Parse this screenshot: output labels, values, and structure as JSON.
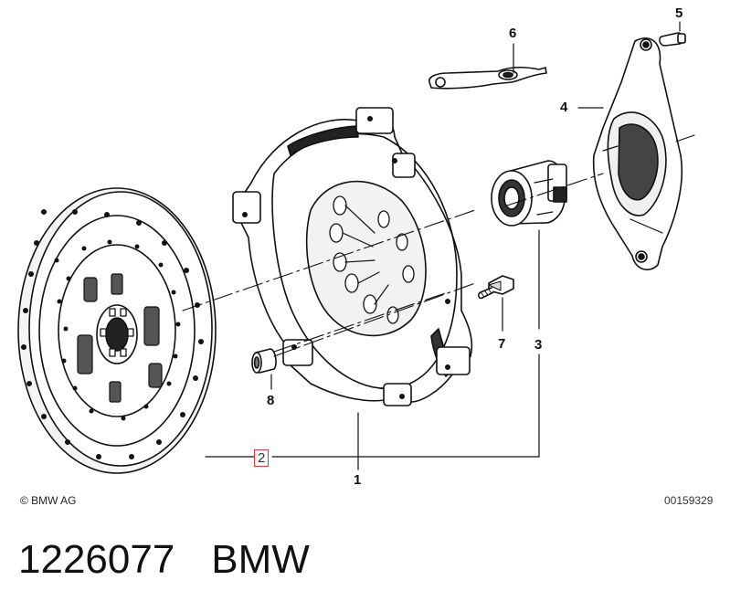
{
  "callouts": {
    "c1": "1",
    "c2": "2",
    "c3": "3",
    "c4": "4",
    "c5": "5",
    "c6": "6",
    "c7": "7",
    "c8": "8"
  },
  "copyright": "© BMW AG",
  "drawing_number": "00159329",
  "footer": {
    "part_number": "1226077",
    "brand": "BMW"
  },
  "colors": {
    "highlight_box": "#d9383f",
    "line": "#111111",
    "shade": "#3a3a3a"
  }
}
